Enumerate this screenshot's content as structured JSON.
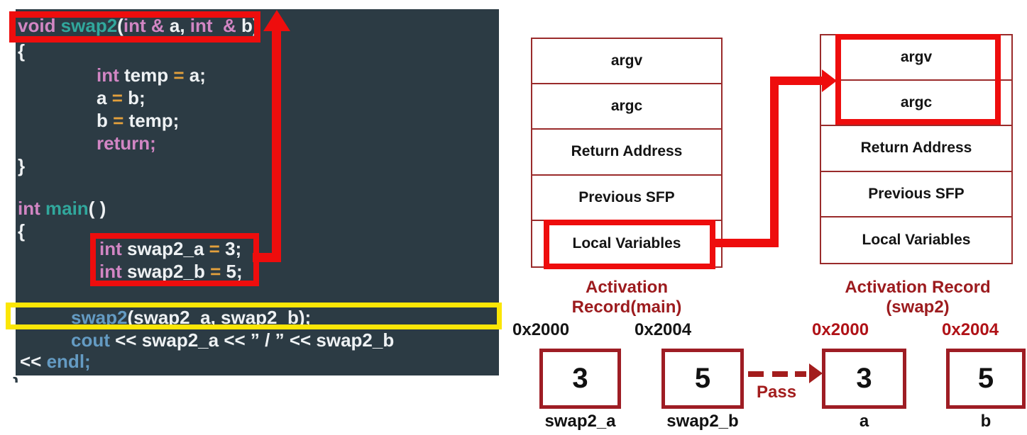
{
  "colors": {
    "code_background": "#2c3b44",
    "keyword_pink": "#d286c4",
    "function_teal": "#31a79c",
    "identifier_white": "#eef1f3",
    "operator_orange": "#e3a03c",
    "stream_blue": "#649bc3",
    "highlight_red": "#ee0d0d",
    "highlight_yellow": "#fbe606",
    "diagram_dark_red": "#9c1b1e",
    "table_border": "#9a2b2b",
    "memory_box_border": "#9e1d24",
    "pass_arrow_red": "#a31d1d"
  },
  "code": {
    "brace_fragment": "}",
    "lines": [
      {
        "tokens": [
          {
            "t": "void ",
            "c": "pink"
          },
          {
            "t": "swap2",
            "c": "teal"
          },
          {
            "t": "(",
            "c": "white"
          },
          {
            "t": "int ",
            "c": "pink"
          },
          {
            "t": "& ",
            "c": "pink"
          },
          {
            "t": "a",
            "c": "white"
          },
          {
            "t": ", ",
            "c": "white"
          },
          {
            "t": "int  ",
            "c": "pink"
          },
          {
            "t": "& ",
            "c": "pink"
          },
          {
            "t": "b)",
            "c": "white"
          }
        ]
      },
      {
        "tokens": [
          {
            "t": "{",
            "c": "white"
          }
        ]
      },
      {
        "tokens": [
          {
            "t": "int ",
            "c": "pink"
          },
          {
            "t": "temp ",
            "c": "white"
          },
          {
            "t": "= ",
            "c": "orange"
          },
          {
            "t": "a;",
            "c": "white"
          }
        ]
      },
      {
        "tokens": [
          {
            "t": "a ",
            "c": "white"
          },
          {
            "t": "= ",
            "c": "orange"
          },
          {
            "t": "b;",
            "c": "white"
          }
        ]
      },
      {
        "tokens": [
          {
            "t": "b ",
            "c": "white"
          },
          {
            "t": "= ",
            "c": "orange"
          },
          {
            "t": "temp;",
            "c": "white"
          }
        ]
      },
      {
        "tokens": [
          {
            "t": "return;",
            "c": "pink"
          }
        ]
      },
      {
        "tokens": [
          {
            "t": "}",
            "c": "white"
          }
        ]
      },
      {
        "tokens": [
          {
            "t": "int ",
            "c": "pink"
          },
          {
            "t": "main",
            "c": "teal"
          },
          {
            "t": "( )",
            "c": "white"
          }
        ]
      },
      {
        "tokens": [
          {
            "t": "{",
            "c": "white"
          }
        ]
      },
      {
        "tokens": [
          {
            "t": "int ",
            "c": "pink"
          },
          {
            "t": "swap2_a ",
            "c": "white"
          },
          {
            "t": "= ",
            "c": "orange"
          },
          {
            "t": "3;",
            "c": "white"
          }
        ]
      },
      {
        "tokens": [
          {
            "t": "int ",
            "c": "pink"
          },
          {
            "t": "swap2_b ",
            "c": "white"
          },
          {
            "t": "= ",
            "c": "orange"
          },
          {
            "t": "5;",
            "c": "white"
          }
        ]
      },
      {
        "tokens": [
          {
            "t": "swap2",
            "c": "blue"
          },
          {
            "t": "(swap2_a, swap2_b);",
            "c": "white"
          }
        ]
      },
      {
        "tokens": [
          {
            "t": "cout ",
            "c": "blue"
          },
          {
            "t": "<< swap2_a << ” / ” << swap2_b",
            "c": "white"
          }
        ]
      },
      {
        "tokens": [
          {
            "t": "<< ",
            "c": "white"
          },
          {
            "t": "endl;",
            "c": "blue"
          }
        ]
      }
    ]
  },
  "activation_records": {
    "main": {
      "caption": "Activation Record(main)",
      "rows": [
        "argv",
        "argc",
        "Return Address",
        "Previous SFP",
        "Local Variables"
      ]
    },
    "swap2": {
      "caption": "Activation Record (swap2)",
      "rows": [
        "argv",
        "argc",
        "Return Address",
        "Previous SFP",
        "Local Variables"
      ]
    }
  },
  "memory": {
    "pass_label": "Pass",
    "cells": [
      {
        "address": "0x2000",
        "value": "3",
        "label": "swap2_a"
      },
      {
        "address": "0x2004",
        "value": "5",
        "label": "swap2_b"
      },
      {
        "address": "0x2000",
        "value": "3",
        "label": "a"
      },
      {
        "address": "0x2004",
        "value": "5",
        "label": "b"
      }
    ]
  }
}
